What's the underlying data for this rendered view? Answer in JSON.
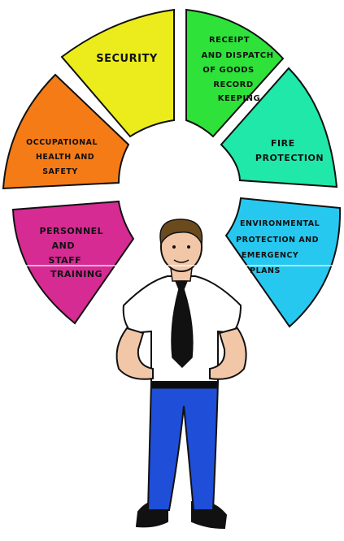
{
  "wheel": {
    "segments": [
      {
        "id": "security",
        "lines": [
          "SECURITY"
        ],
        "color": "#ecec1c"
      },
      {
        "id": "receipt",
        "lines": [
          "RECEIPT",
          "AND DISPATCH",
          "OF GOODS",
          "RECORD",
          "KEEPING"
        ],
        "color": "#2ee23a"
      },
      {
        "id": "fire",
        "lines": [
          "FIRE",
          "PROTECTION"
        ],
        "color": "#1fe8a8"
      },
      {
        "id": "environmental",
        "lines": [
          "ENVIRONMENTAL",
          "PROTECTION AND",
          "EMERGENCY",
          "PLANS"
        ],
        "color": "#26c8f0"
      },
      {
        "id": "personnel",
        "lines": [
          "PERSONNEL",
          "AND",
          "STAFF",
          "TRAINING"
        ],
        "color": "#d62b93"
      },
      {
        "id": "ohs",
        "lines": [
          "OCCUPATIONAL",
          "HEALTH AND",
          "SAFETY"
        ],
        "color": "#f57b17"
      }
    ]
  },
  "figure": {
    "shirt": "#ffffff",
    "trousers": "#1f4ed8",
    "tie": "#111111",
    "skin": "#f2c7a8",
    "hair": "#6b4a1e",
    "shoes": "#111111"
  }
}
